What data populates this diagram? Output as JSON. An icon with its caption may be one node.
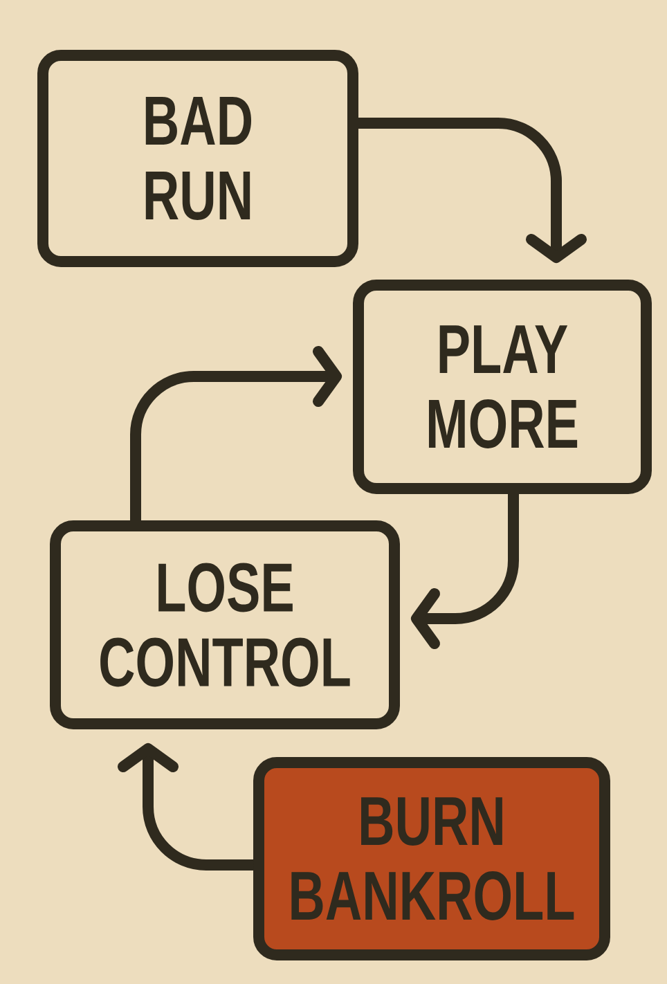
{
  "diagram": {
    "nodes": [
      {
        "text": [
          "BAD RUN"
        ]
      },
      {
        "text": [
          "PLAY MORE"
        ]
      },
      {
        "text": [
          "LOSE CONTROL"
        ]
      },
      {
        "text": [
          "BURN BANKROLL"
        ]
      }
    ],
    "edges": [
      {
        "from": 0,
        "to": 1,
        "arrow": "to"
      },
      {
        "from": 1,
        "to": 2,
        "arrow": "to"
      },
      {
        "from": 2,
        "to": 1,
        "arrow": "to"
      },
      {
        "from": 3,
        "to": 2,
        "arrow": "to"
      }
    ]
  }
}
